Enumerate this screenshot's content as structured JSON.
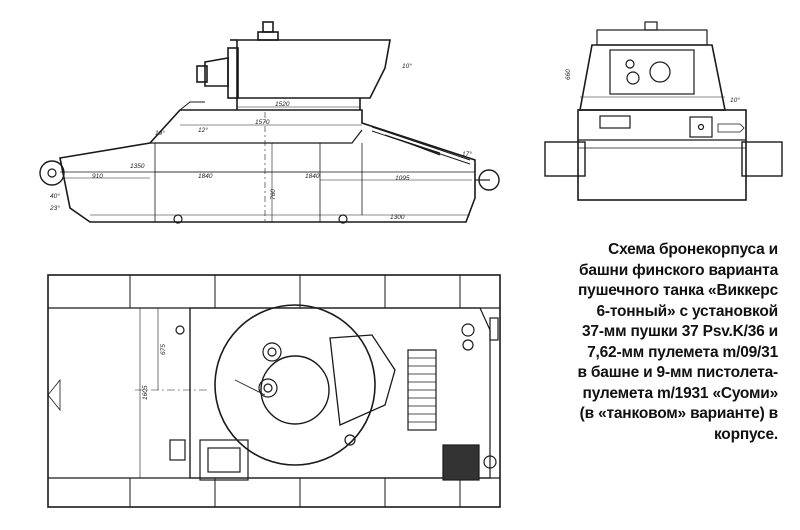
{
  "caption": "Схема бронекорпуса и\nбашни финского варианта\nпушечного танка «Виккерс\n6-тонный» с установкой\n37-мм пушки 37 Psv.K/36 и\n7,62-мм пулемета m/09/31\nв башне и 9-мм пистолета-\nпулемета m/1931 «Суоми»\n(в «танковом» варианте) в\nкорпусе.",
  "dimensions": {
    "turret_top": "1520",
    "turret_angle": "10°",
    "hull_top": "1570",
    "hull_upper_left": "1350",
    "hull_front": "1840",
    "hull_rear": "1840",
    "rear_plate": "1095",
    "nose": "910",
    "hull_bottom": "1300",
    "hull_height": "760",
    "front_angle_a": "19°",
    "front_angle_b": "12°",
    "rear_angle": "17°",
    "side_left_a": "40°",
    "side_left_b": "23°",
    "rear_view_width": "660",
    "rear_view_angle": "10°",
    "plan_offset": "675",
    "plan_length": "1605"
  },
  "colors": {
    "line": "#1a1a1a",
    "background": "#ffffff",
    "caption": "#111111"
  }
}
